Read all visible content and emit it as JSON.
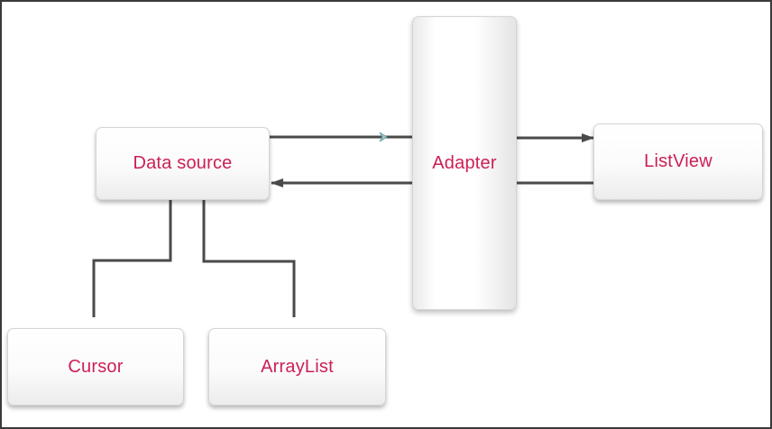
{
  "diagram": {
    "nodes": {
      "data_source": {
        "label": "Data source"
      },
      "adapter": {
        "label": "Adapter"
      },
      "list_view": {
        "label": "ListView"
      },
      "cursor": {
        "label": "Cursor"
      },
      "array_list": {
        "label": "ArrayList"
      }
    },
    "edges": [
      {
        "from": "Data source",
        "to": "Adapter"
      },
      {
        "from": "Adapter",
        "to": "Data source"
      },
      {
        "from": "Adapter",
        "to": "ListView"
      },
      {
        "from": "ListView",
        "to": "Adapter"
      },
      {
        "from": "Data source",
        "to": "Cursor"
      },
      {
        "from": "Data source",
        "to": "ArrayList"
      }
    ],
    "colors": {
      "label_text": "#cc1f55",
      "connector": "#4a4a4a",
      "border": "#3a3a3a"
    }
  }
}
